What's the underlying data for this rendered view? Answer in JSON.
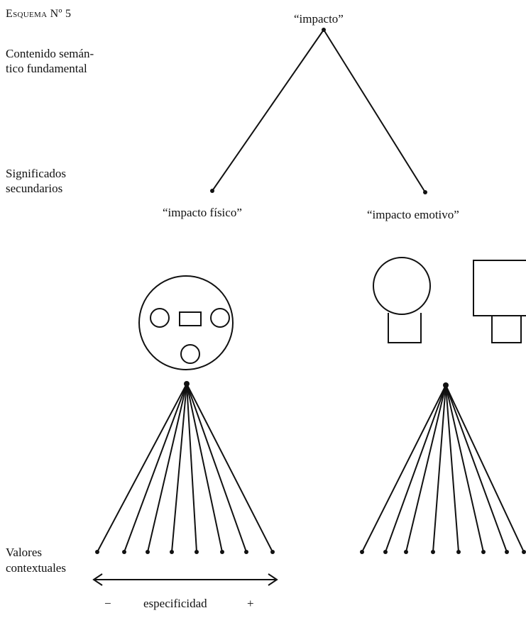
{
  "diagram": {
    "scheme_title": "Esquema Nº 5",
    "levels": {
      "fundamental_line1": "Contenido semán-",
      "fundamental_line2": "tico fundamental",
      "secondary_line1": "Significados",
      "secondary_line2": "secundarios",
      "contextual_line1": "Valores",
      "contextual_line2": "contextuales"
    },
    "root_label": "“impacto”",
    "branch_left_label": "“impacto físico”",
    "branch_right_label": "“impacto emotivo”",
    "axis": {
      "minus": "−",
      "label": "especificidad",
      "plus": "+"
    }
  }
}
